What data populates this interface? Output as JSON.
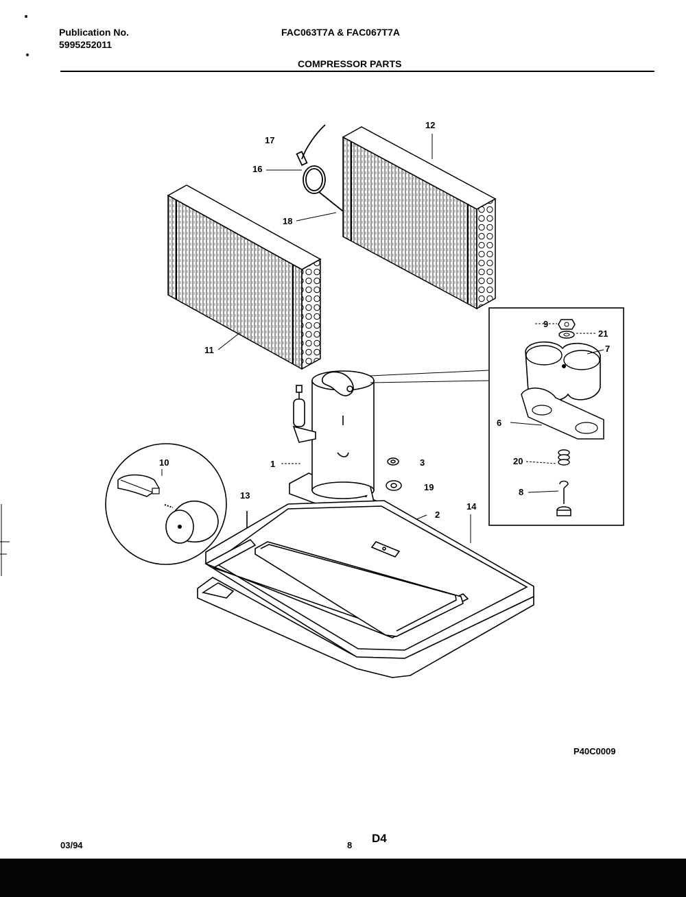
{
  "header": {
    "publication_label": "Publication No.",
    "publication_number": "5995252011",
    "models": "FAC063T7A & FAC067T7A",
    "section_title": "COMPRESSOR PARTS"
  },
  "callouts": {
    "c1": "1",
    "c2": "2",
    "c3": "3",
    "c6": "6",
    "c7": "7",
    "c8": "8",
    "c9": "9",
    "c10": "10",
    "c11": "11",
    "c12": "12",
    "c13": "13",
    "c14": "14",
    "c16": "16",
    "c17": "17",
    "c18": "18",
    "c19": "19",
    "c20": "20",
    "c21": "21"
  },
  "footer": {
    "drawing_code": "P40C0009",
    "date": "03/94",
    "page_number": "8",
    "sheet": "D4"
  }
}
